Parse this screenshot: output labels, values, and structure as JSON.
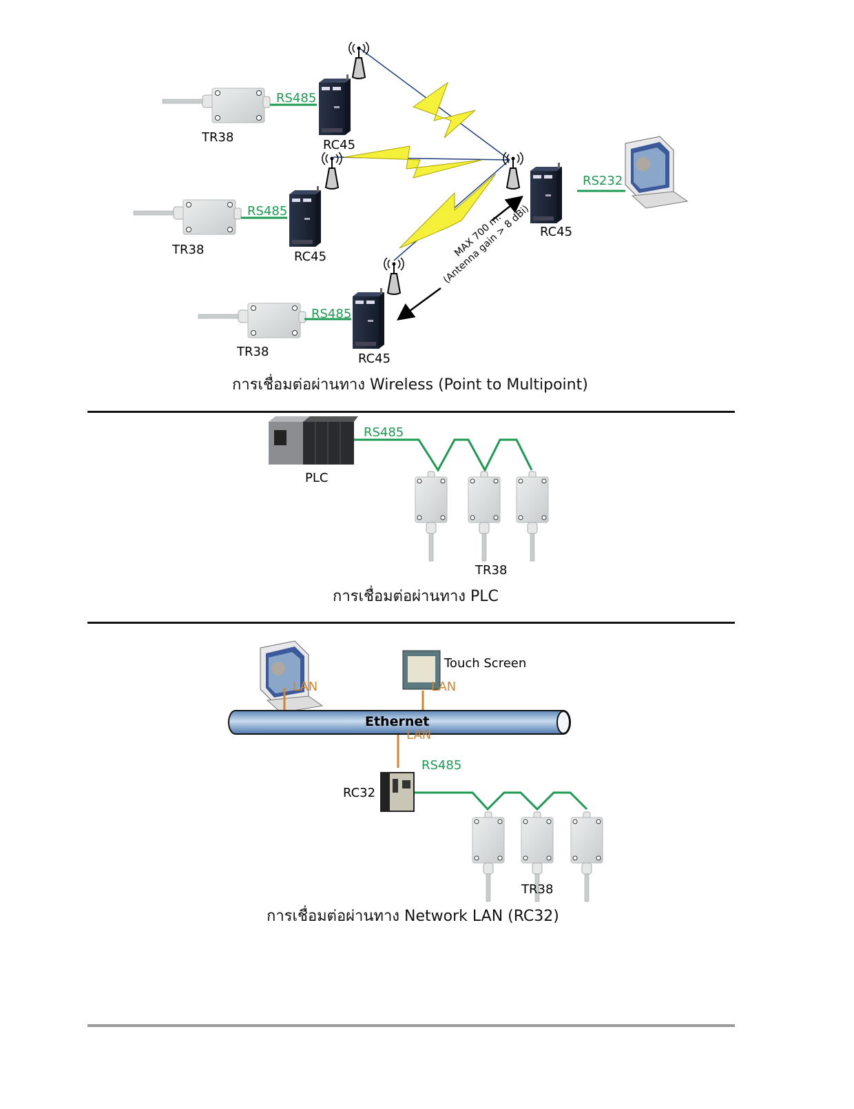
{
  "sections": {
    "wireless": {
      "caption": "การเชื่อมต่อผ่านทาง Wireless (Point to Multipoint)",
      "nodes": [
        {
          "sensor": "TR38",
          "link": "RS485",
          "radio": "RC45"
        },
        {
          "sensor": "TR38",
          "link": "RS485",
          "radio": "RC45"
        },
        {
          "sensor": "TR38",
          "link": "RS485",
          "radio": "RC45"
        }
      ],
      "master": {
        "radio": "RC45",
        "link": "RS232",
        "device": "PC monitor"
      },
      "range_line1": "MAX 700 m.",
      "range_line2": "(Antenna gain > 8 dBi)"
    },
    "plc": {
      "caption": "การเชื่อมต่อผ่านทาง PLC",
      "controller": "PLC",
      "link": "RS485",
      "sensor": "TR38",
      "sensor_count": 3
    },
    "lan": {
      "caption": "การเชื่อมต่อผ่านทาง Network LAN (RC32)",
      "bus": "Ethernet",
      "pc_link": "LAN",
      "touch_label": "Touch Screen",
      "touch_link": "LAN",
      "gateway_link": "LAN",
      "gateway": "RC32",
      "rs_link": "RS485",
      "sensor": "TR38",
      "sensor_count": 3
    }
  },
  "colors": {
    "rs_line": "#1d9a52",
    "lan_line": "#d2842e",
    "lightning": "#f5f03a",
    "ethernet": "#8fb3d8"
  }
}
